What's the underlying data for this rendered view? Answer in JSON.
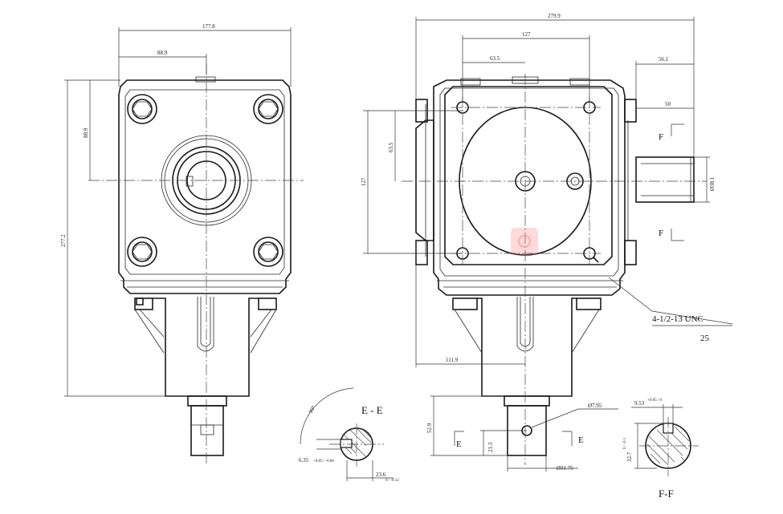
{
  "dimensions": {
    "overall_width_front": "177.8",
    "half_width_front": "88.9",
    "half_height_front": "88.9",
    "overall_height": "277.2",
    "overall_width_side": "279.9",
    "bolt_spacing": "127",
    "bolt_half": "63.5",
    "vertical_bolt_half": "63.5",
    "vertical_bolt_spacing": "127",
    "shaft_offset_56": "56.1",
    "shaft_offset_50": "50",
    "shaft_dia_f": "Ø38.1",
    "side_bottom_offset": "111.9",
    "thread_callout": "4-1/2-13 UNC",
    "thread_depth": "25",
    "lower_shaft_len": "52.9",
    "lower_key_pos": "21.3",
    "cross_hole_dia": "Ø7.95",
    "lower_shaft_dia": "Ø31.75",
    "ee_angle": "90°",
    "ee_key_width": "6.35",
    "ee_key_tol": "+0.05 / -0.00",
    "ee_depth": "23.6",
    "ee_depth_tol": "0 / -0.12",
    "ff_key_width": "9.53",
    "ff_key_tol": "+0.05 / 0",
    "ff_depth": "32.7",
    "ff_depth_tol": "0 / -0.1"
  },
  "labels": {
    "section_ee": "E - E",
    "section_ff": "F-F",
    "cut_f_top": "F",
    "cut_f_bottom": "F",
    "cut_e_left": "E",
    "cut_e_right": "E"
  },
  "colors": {
    "line": "#1a1a1a",
    "watermark": "#ff6b6b"
  },
  "icons": {
    "watermark": "camera-watermark-icon"
  }
}
